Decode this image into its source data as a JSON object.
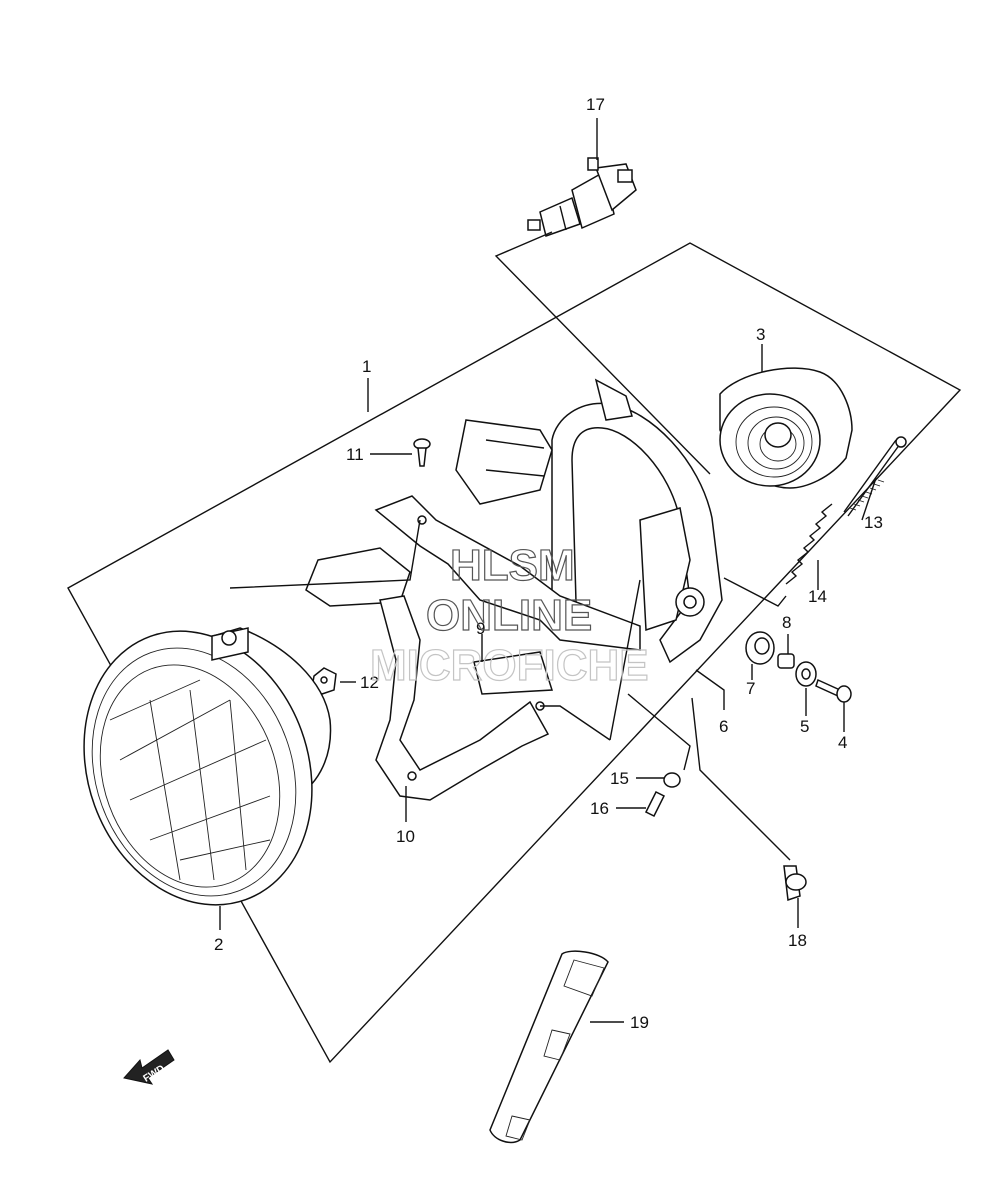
{
  "diagram": {
    "callouts": [
      {
        "id": "callout-1",
        "label": "1"
      },
      {
        "id": "callout-2",
        "label": "2"
      },
      {
        "id": "callout-3",
        "label": "3"
      },
      {
        "id": "callout-4",
        "label": "4"
      },
      {
        "id": "callout-5",
        "label": "5"
      },
      {
        "id": "callout-6",
        "label": "6"
      },
      {
        "id": "callout-7",
        "label": "7"
      },
      {
        "id": "callout-8",
        "label": "8"
      },
      {
        "id": "callout-9",
        "label": "9"
      },
      {
        "id": "callout-10",
        "label": "10"
      },
      {
        "id": "callout-11",
        "label": "11"
      },
      {
        "id": "callout-12",
        "label": "12"
      },
      {
        "id": "callout-13",
        "label": "13"
      },
      {
        "id": "callout-14",
        "label": "14"
      },
      {
        "id": "callout-15",
        "label": "15"
      },
      {
        "id": "callout-16",
        "label": "16"
      },
      {
        "id": "callout-17",
        "label": "17"
      },
      {
        "id": "callout-18",
        "label": "18"
      },
      {
        "id": "callout-19",
        "label": "19"
      }
    ],
    "watermark": {
      "line1": "HLSM",
      "line2": "ONLINE",
      "line3": "MICROFICHE"
    },
    "fwd_arrow_label": "FWD"
  }
}
